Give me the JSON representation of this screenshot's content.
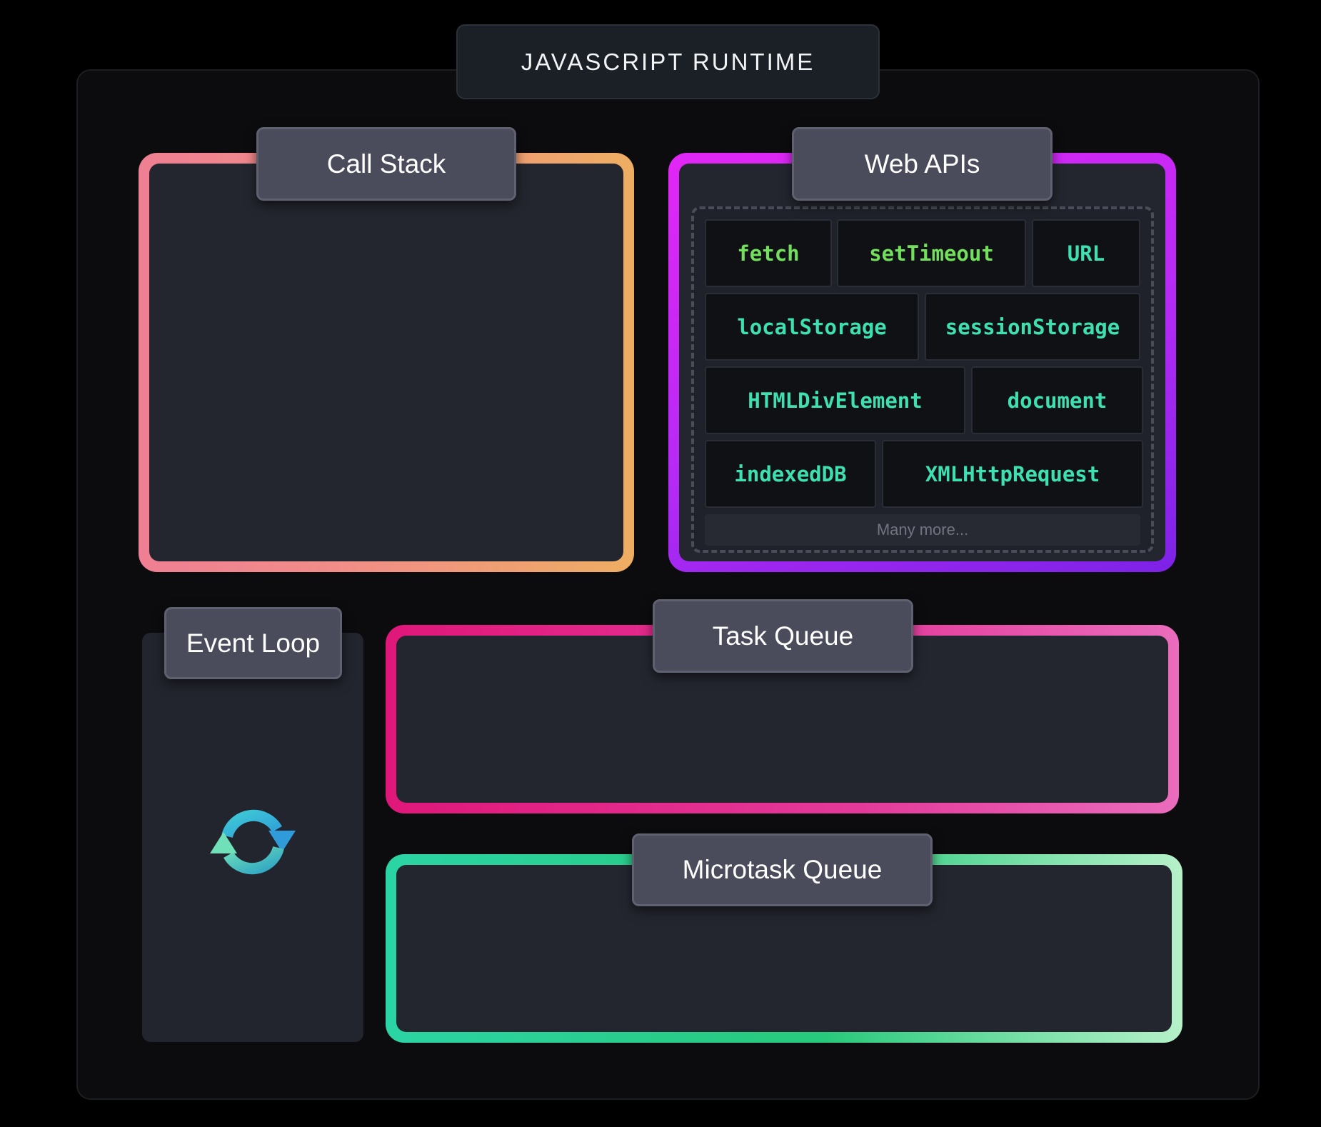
{
  "diagram": {
    "title": "JAVASCRIPT RUNTIME",
    "call_stack": {
      "label": "Call Stack"
    },
    "web_apis": {
      "label": "Web APIs",
      "apis": [
        "fetch",
        "setTimeout",
        "URL",
        "localStorage",
        "sessionStorage",
        "HTMLDivElement",
        "document",
        "indexedDB",
        "XMLHttpRequest"
      ],
      "more": "Many more..."
    },
    "event_loop": {
      "label": "Event Loop",
      "icon": "refresh-icon"
    },
    "task_queue": {
      "label": "Task Queue"
    },
    "microtask_queue": {
      "label": "Microtask Queue"
    }
  },
  "colors": {
    "call_stack_border": [
      "#ef7f93",
      "#eeae62"
    ],
    "web_apis_border": [
      "#e227f5",
      "#7d22e7"
    ],
    "task_queue_border": [
      "#e0177a",
      "#ea6cbc"
    ],
    "microtask_queue_border": [
      "#2bd4a4",
      "#b6f1c9"
    ],
    "api_text_green": "#73e05d",
    "api_text_teal": "#3ee0b2"
  }
}
